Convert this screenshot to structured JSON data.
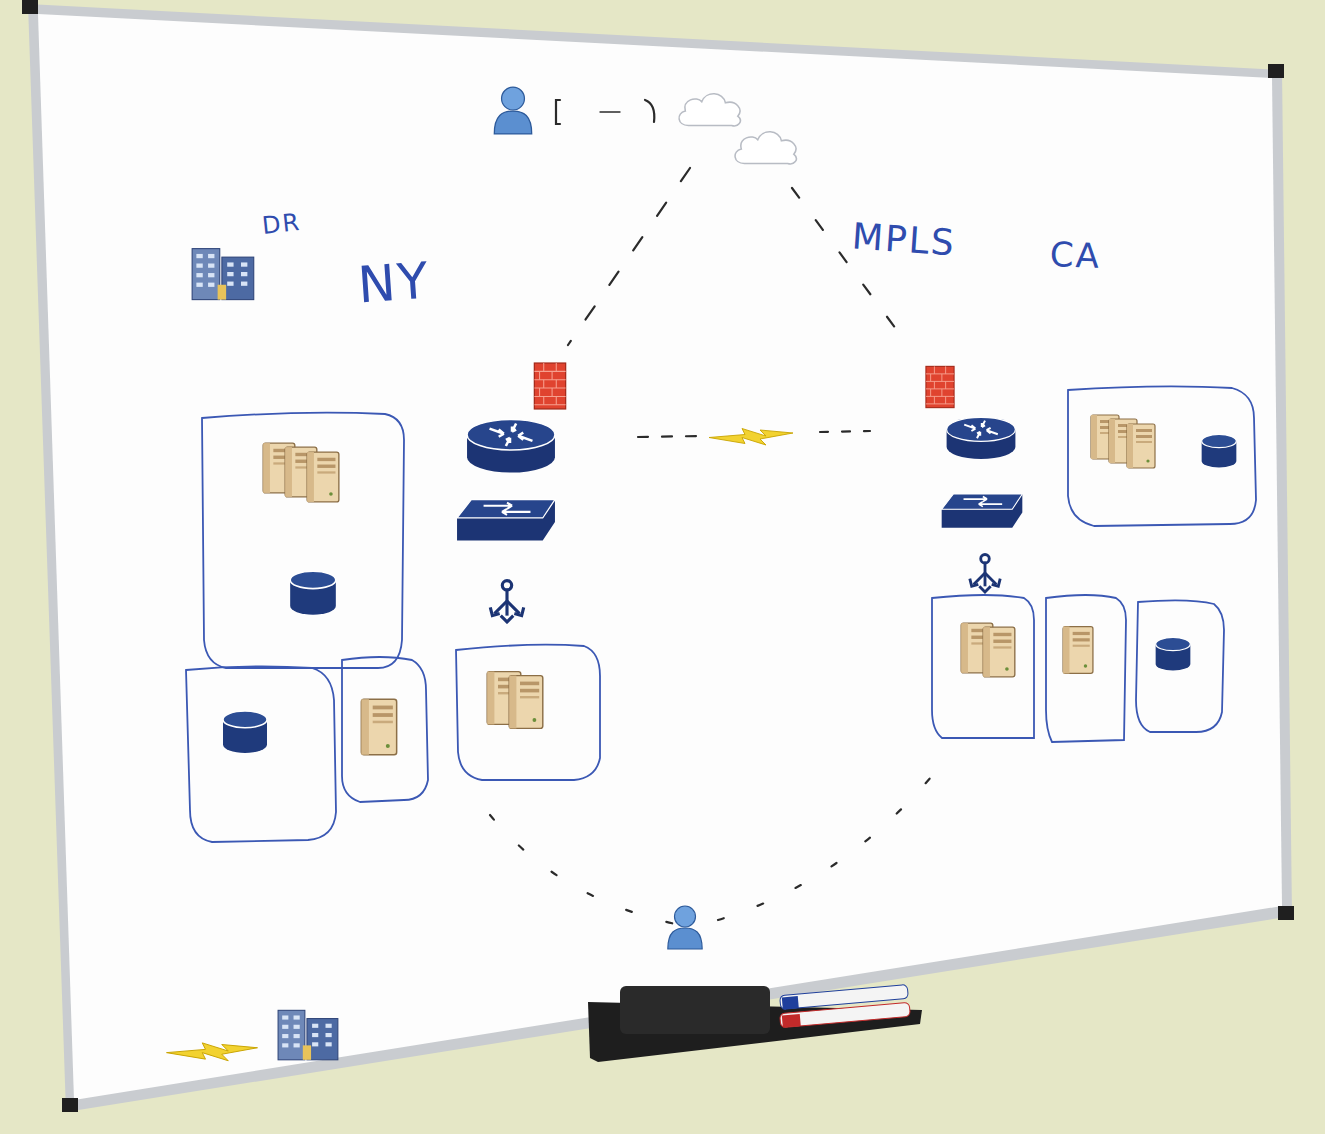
{
  "diagram": {
    "labels": [
      "DR",
      "NY",
      "MPLS",
      "CA"
    ]
  }
}
